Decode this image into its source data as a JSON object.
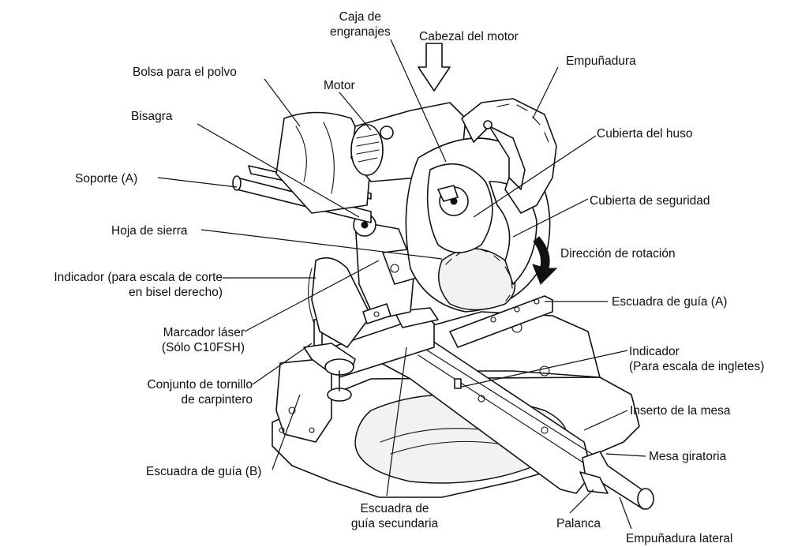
{
  "labels": {
    "gear_box": [
      "Caja de",
      "engranajes"
    ],
    "motor_head": "Cabezal del motor",
    "handle": "Empuñadura",
    "dust_bag": "Bolsa para el polvo",
    "motor": "Motor",
    "hinge": "Bisagra",
    "spindle_cover": "Cubierta del huso",
    "holder_a": "Soporte (A)",
    "safety_cover": "Cubierta de seguridad",
    "saw_blade": "Hoja de sierra",
    "rotation_direction": "Dirección de rotación",
    "bevel_indicator": [
      "Indicador (para escala de corte",
      "en bisel derecho)"
    ],
    "guide_a": "Escuadra de guía (A)",
    "laser_marker": [
      "Marcador láser",
      "(Sólo C10FSH)"
    ],
    "miter_indicator": [
      "Indicador",
      "(Para escala de ingletes)"
    ],
    "vise_assembly": [
      "Conjunto de tornillo",
      "de carpintero"
    ],
    "table_insert": "Inserto de la mesa",
    "turntable": "Mesa giratoria",
    "guide_b": "Escuadra de guía (B)",
    "sub_guide": [
      "Escuadra de",
      "guía secundaria"
    ],
    "lever": "Palanca",
    "side_handle": "Empuñadura lateral"
  }
}
